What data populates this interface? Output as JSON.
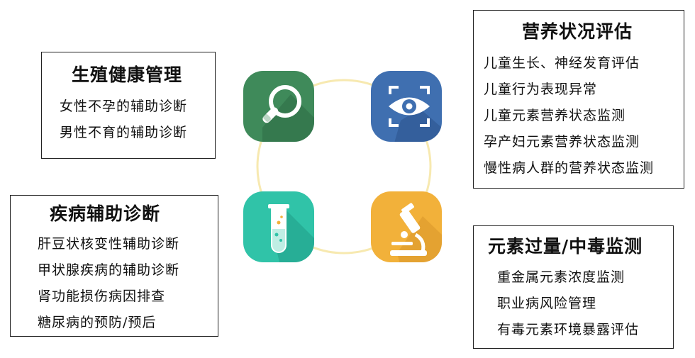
{
  "reproductive_health": {
    "title": "生殖健康管理",
    "items": [
      "女性不孕的辅助诊断",
      "男性不育的辅助诊断"
    ]
  },
  "disease_diagnosis": {
    "title": "疾病辅助诊断",
    "items": [
      "肝豆状核变性辅助诊断",
      "甲状腺疾病的辅助诊断",
      "肾功能损伤病因排查",
      "糖尿病的预防/预后"
    ]
  },
  "nutrition_assessment": {
    "title": "营养状况评估",
    "items": [
      "儿童生长、神经发育评估",
      "儿童行为表现异常",
      "儿童元素营养状态监测",
      "孕产妇元素营养状态监测",
      "慢性病人群的营养状态监测"
    ]
  },
  "element_monitoring": {
    "title": "元素过量/中毒监测",
    "items": [
      "重金属元素浓度监测",
      "职业病风险管理",
      "有毒元素环境暴露评估"
    ]
  },
  "icons": {
    "top_left": {
      "name": "magnifier-icon",
      "color": "#3f8a5a"
    },
    "top_right": {
      "name": "eye-scan-icon",
      "color": "#3f6fb0"
    },
    "bottom_left": {
      "name": "test-tube-icon",
      "color": "#30c3a8"
    },
    "bottom_right": {
      "name": "microscope-icon",
      "color": "#f2b13a"
    },
    "ring_color": "#f7e9b0"
  }
}
